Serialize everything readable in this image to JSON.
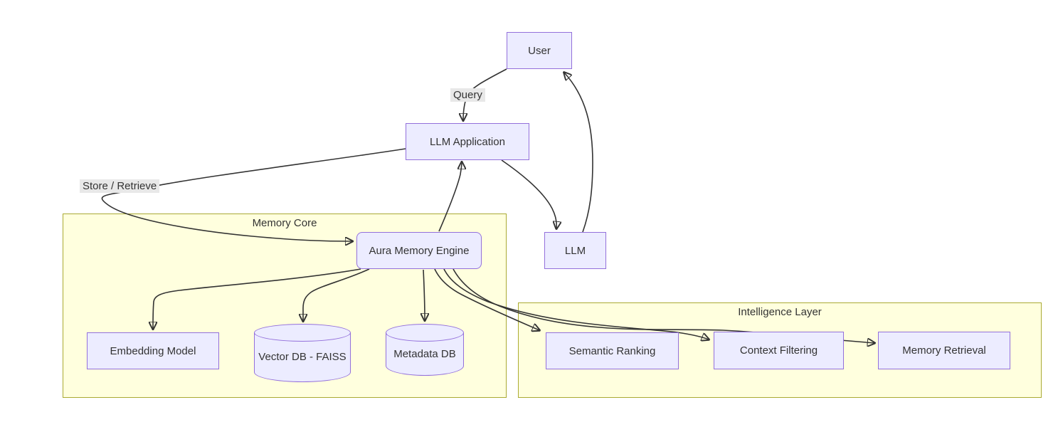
{
  "diagram": {
    "title": "LLM memory architecture flowchart",
    "nodes": {
      "user": "User",
      "llm_application": "LLM Application",
      "aura_memory_engine": "Aura Memory Engine",
      "llm": "LLM",
      "embedding_model": "Embedding Model",
      "vector_db": "Vector DB - FAISS",
      "metadata_db": "Metadata DB",
      "semantic_ranking": "Semantic Ranking",
      "context_filtering": "Context Filtering",
      "memory_retrieval": "Memory Retrieval"
    },
    "clusters": {
      "memory_core": "Memory Core",
      "intelligence_layer": "Intelligence Layer"
    },
    "edge_labels": {
      "query": "Query",
      "store_retrieve": "Store / Retrieve"
    },
    "edges": [
      {
        "from": "user",
        "to": "llm_application",
        "label": "Query"
      },
      {
        "from": "llm_application",
        "to": "aura_memory_engine",
        "label": "Store / Retrieve"
      },
      {
        "from": "aura_memory_engine",
        "to": "llm_application",
        "label": ""
      },
      {
        "from": "llm_application",
        "to": "llm",
        "label": ""
      },
      {
        "from": "llm",
        "to": "user",
        "label": ""
      },
      {
        "from": "aura_memory_engine",
        "to": "embedding_model",
        "label": ""
      },
      {
        "from": "aura_memory_engine",
        "to": "vector_db",
        "label": ""
      },
      {
        "from": "aura_memory_engine",
        "to": "metadata_db",
        "label": ""
      },
      {
        "from": "aura_memory_engine",
        "to": "semantic_ranking",
        "label": ""
      },
      {
        "from": "aura_memory_engine",
        "to": "context_filtering",
        "label": ""
      },
      {
        "from": "aura_memory_engine",
        "to": "memory_retrieval",
        "label": ""
      }
    ],
    "colors": {
      "node_fill": "#ECECFF",
      "node_border": "#9370DB",
      "cluster_fill": "#FFFFDE",
      "cluster_border": "#AAAA33",
      "edge": "#333333",
      "edge_label_bg": "#E8E8E8",
      "text": "#333333",
      "background": "#FFFFFF"
    }
  }
}
